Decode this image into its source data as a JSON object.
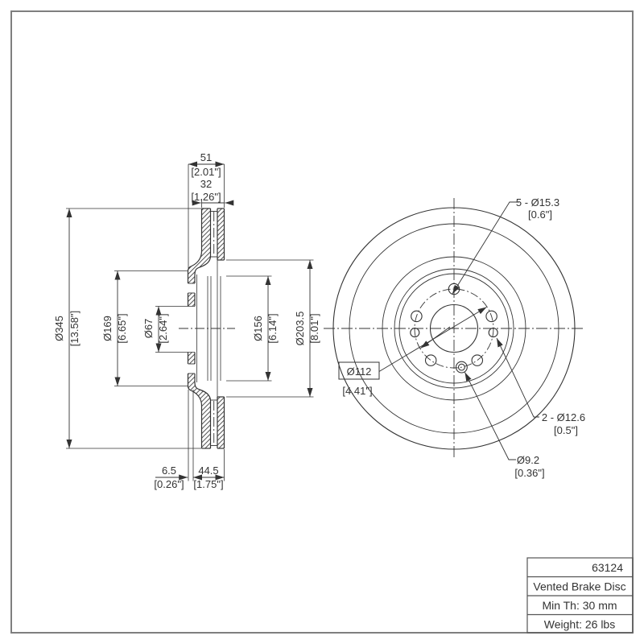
{
  "page": {
    "background": "#ffffff",
    "frame_color": "#7f7f7f",
    "ink_color": "#333333"
  },
  "section_view": {
    "width_total": {
      "mm": "51",
      "in": "[2.01\"]"
    },
    "width_plates": {
      "mm": "32",
      "in": "[1.26\"]"
    },
    "outer_dia": {
      "mm": "Ø345",
      "in": "[13.58\"]"
    },
    "hat_dia": {
      "mm": "Ø169",
      "in": "[6.65\"]"
    },
    "bore_dia": {
      "mm": "Ø67",
      "in": "[2.64\"]"
    },
    "vent_dia": {
      "mm": "Ø156",
      "in": "[6.14\"]"
    },
    "friction_inner_dia": {
      "mm": "Ø203.5",
      "in": "[8.01\"]"
    },
    "hat_offset": {
      "mm": "6.5",
      "in": "[0.26\"]"
    },
    "hat_depth": {
      "mm": "44.5",
      "in": "[1.75\"]"
    }
  },
  "front_view": {
    "bolt_holes": {
      "label": "5 - Ø15.3",
      "in": "[0.6\"]"
    },
    "bolt_circle": {
      "label": "Ø112",
      "in": "[4.41\"]"
    },
    "pin_holes": {
      "label": "2 - Ø12.6",
      "in": "[0.5\"]"
    },
    "screw_hole": {
      "label": "Ø9.2",
      "in": "[0.36\"]"
    }
  },
  "title_block": {
    "part_number": "63124",
    "product": "Vented Brake Disc",
    "min_thickness": "Min Th: 30 mm",
    "weight": "Weight: 26 lbs"
  }
}
